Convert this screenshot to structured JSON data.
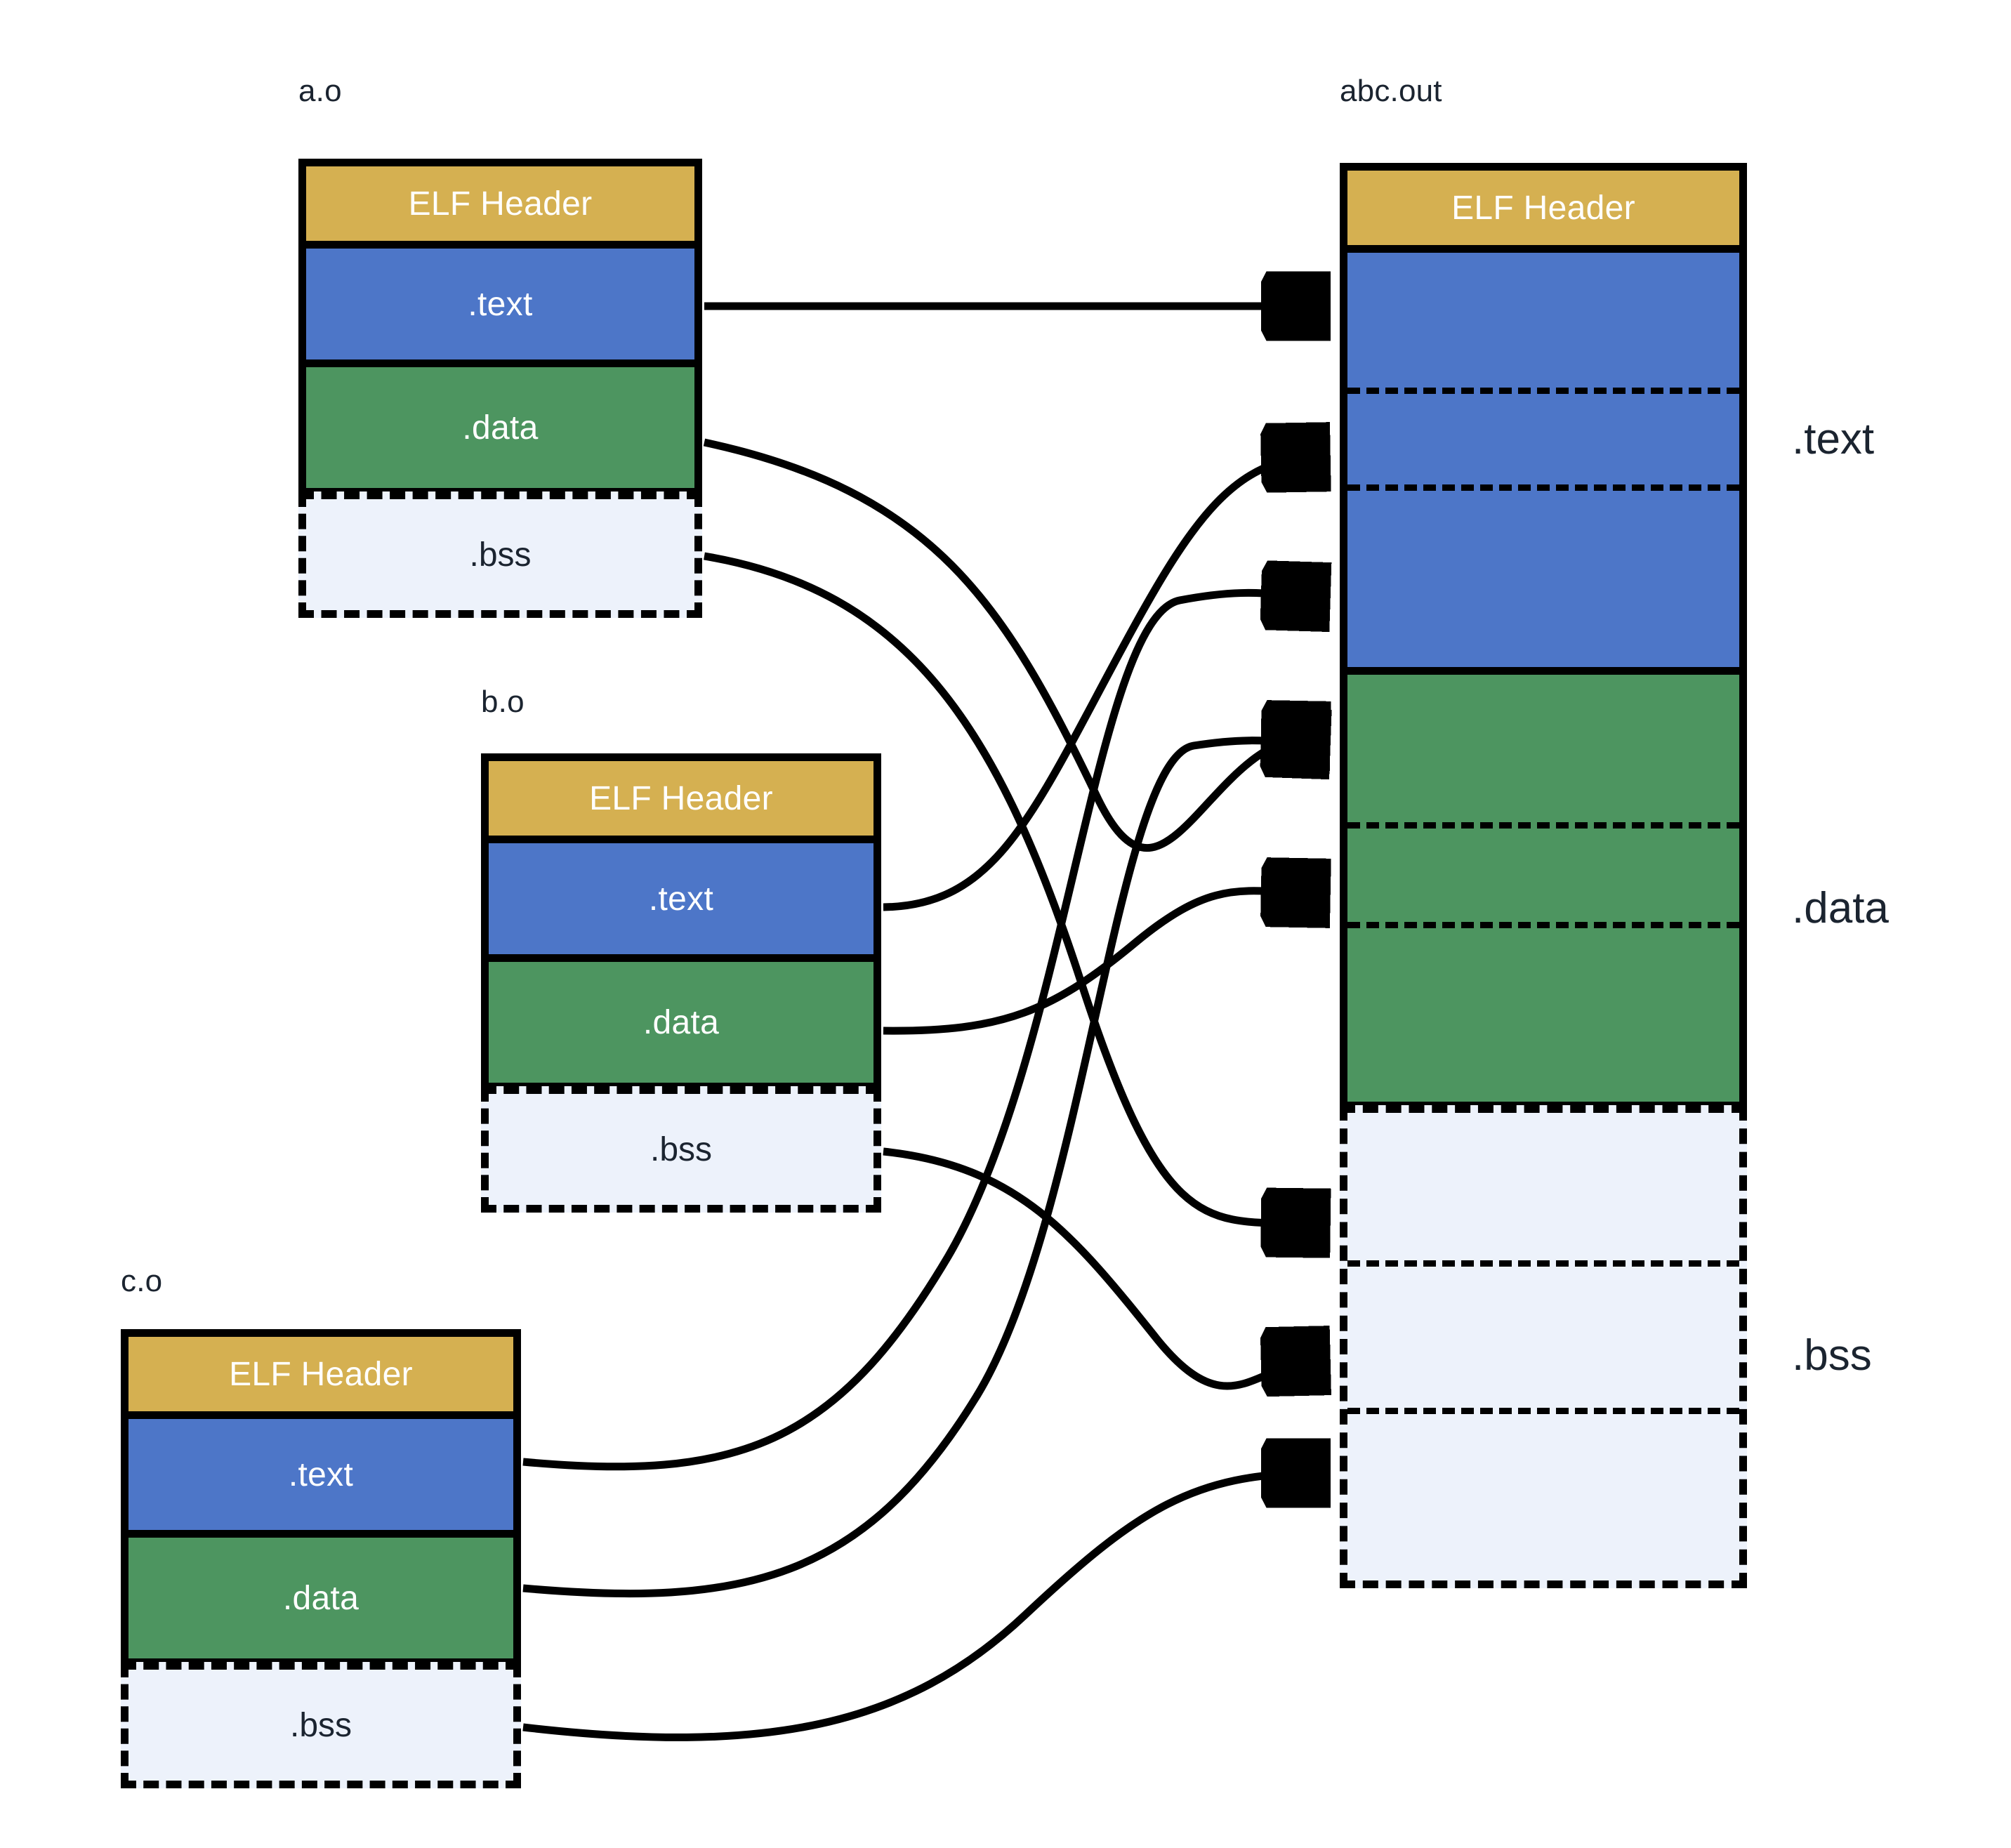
{
  "diagram": {
    "title_visible": false,
    "colors": {
      "elf_header": "#d5b051",
      "text_section": "#4d76c8",
      "data_section": "#4d9560",
      "bss_section": "#edf2fb",
      "outline": "#000000",
      "label_text": "#1b2430",
      "segment_text": "#ffffff"
    }
  },
  "inputs": [
    {
      "name": "a.o",
      "sections": [
        {
          "id": "elf",
          "label": "ELF Header",
          "style": "solid"
        },
        {
          "id": "text",
          "label": ".text",
          "style": "solid"
        },
        {
          "id": "data",
          "label": ".data",
          "style": "solid"
        },
        {
          "id": "bss",
          "label": ".bss",
          "style": "dashed"
        }
      ]
    },
    {
      "name": "b.o",
      "sections": [
        {
          "id": "elf",
          "label": "ELF Header",
          "style": "solid"
        },
        {
          "id": "text",
          "label": ".text",
          "style": "solid"
        },
        {
          "id": "data",
          "label": ".data",
          "style": "solid"
        },
        {
          "id": "bss",
          "label": ".bss",
          "style": "dashed"
        }
      ]
    },
    {
      "name": "c.o",
      "sections": [
        {
          "id": "elf",
          "label": "ELF Header",
          "style": "solid"
        },
        {
          "id": "text",
          "label": ".text",
          "style": "solid"
        },
        {
          "id": "data",
          "label": ".data",
          "style": "solid"
        },
        {
          "id": "bss",
          "label": ".bss",
          "style": "dashed"
        }
      ]
    }
  ],
  "output": {
    "name": "abc.out",
    "header_label": "ELF Header",
    "merged_sections": [
      {
        "id": "text",
        "label": ".text",
        "contributors": [
          "a.o",
          "b.o",
          "c.o"
        ]
      },
      {
        "id": "data",
        "label": ".data",
        "contributors": [
          "a.o",
          "b.o",
          "c.o"
        ]
      },
      {
        "id": "bss",
        "label": ".bss",
        "contributors": [
          "a.o",
          "b.o",
          "c.o"
        ]
      }
    ]
  },
  "side_labels": {
    "text": ".text",
    "data": ".data",
    "bss": ".bss"
  },
  "links": [
    {
      "from": "a.o/.text",
      "to": "abc.out/.text#1"
    },
    {
      "from": "a.o/.data",
      "to": "abc.out/.data#1"
    },
    {
      "from": "a.o/.bss",
      "to": "abc.out/.bss#1"
    },
    {
      "from": "b.o/.text",
      "to": "abc.out/.text#2"
    },
    {
      "from": "b.o/.data",
      "to": "abc.out/.data#2"
    },
    {
      "from": "b.o/.bss",
      "to": "abc.out/.bss#2"
    },
    {
      "from": "c.o/.text",
      "to": "abc.out/.text#3"
    },
    {
      "from": "c.o/.data",
      "to": "abc.out/.data#3"
    },
    {
      "from": "c.o/.bss",
      "to": "abc.out/.bss#3"
    }
  ]
}
